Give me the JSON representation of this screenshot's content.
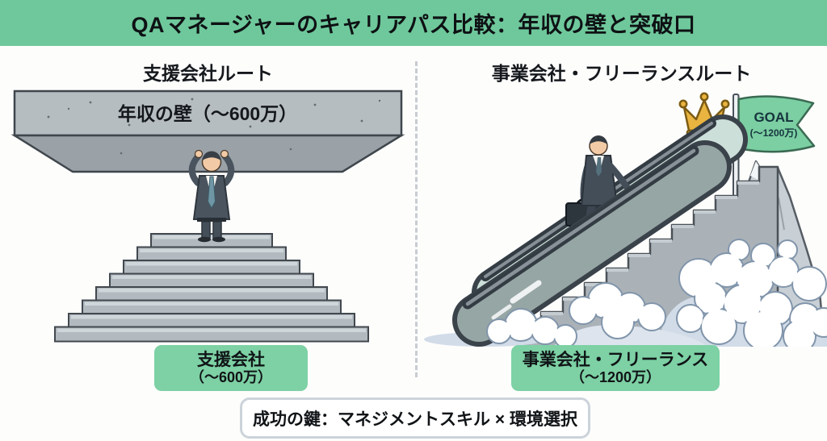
{
  "title": "QAマネージャーのキャリアパス比較：年収の壁と突破口",
  "left": {
    "header": "支援会社ルート",
    "ceiling_label": "年収の壁（〜600万）",
    "label_box": {
      "line1": "支援会社",
      "line2": "（〜600万）"
    }
  },
  "right": {
    "header": "事業会社・フリーランスルート",
    "flag": {
      "line1": "GOAL",
      "line2": "(〜1200万)"
    },
    "label_box": {
      "line1": "事業会社・フリーランス",
      "line2": "（〜1200万）"
    }
  },
  "footer": {
    "text": "成功の鍵：マネジメントスキル × 環境選択"
  },
  "colors": {
    "banner_green": "#6ec89b",
    "label_green": "#7dd1a4",
    "flag_green": "#7bcfa2",
    "slab_gray": "#b6bdc1",
    "slab_underside_gray": "#9aa1a7",
    "outline_dark": "#3f464c",
    "crown_gold": "#e9b440"
  },
  "icons": {
    "crown": "crown-icon",
    "goal_flag": "goal-flag-icon",
    "frustrated_person": "frustrated-businessman-icon",
    "ascending_person": "ascending-businessman-icon"
  }
}
